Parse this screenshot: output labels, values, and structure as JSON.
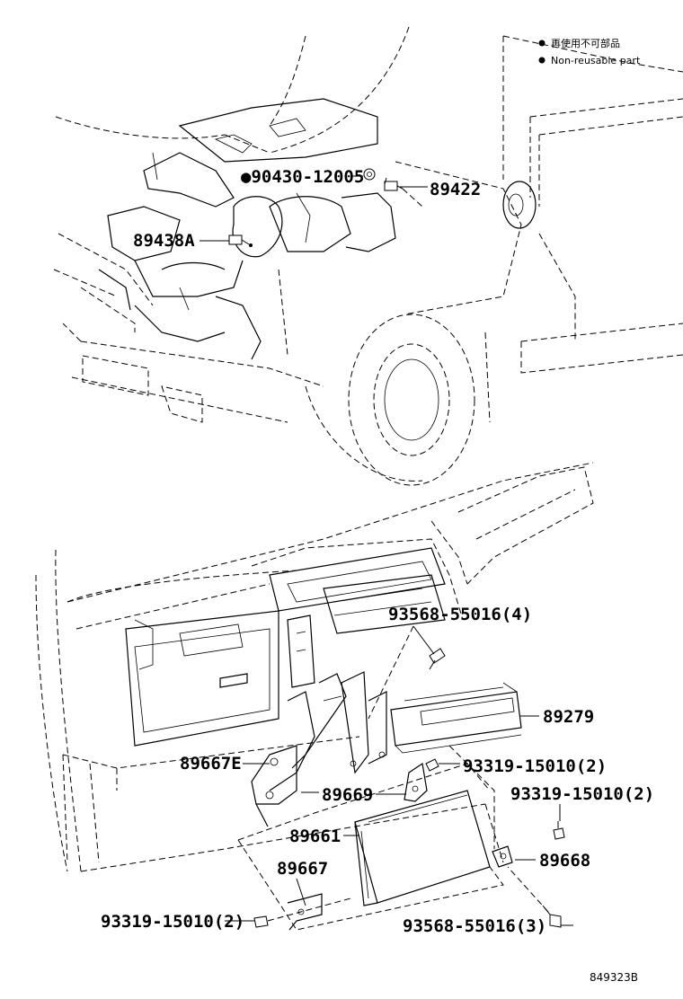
{
  "legend": {
    "japanese": "再使用不可部品",
    "english": "Non-reusable part"
  },
  "callouts": {
    "p90430": "●90430-12005",
    "p89422": "89422",
    "p89438a": "89438A",
    "p93568_4": "93568-55016(4)",
    "p89279": "89279",
    "p89667e": "89667E",
    "p93319_a": "93319-15010(2)",
    "p89669": "89669",
    "p93319_b": "93319-15010(2)",
    "p89661": "89661",
    "p89668": "89668",
    "p89667": "89667",
    "p93319_c": "93319-15010(2)",
    "p93568_3": "93568-55016(3)"
  },
  "diagram_code": "849323B"
}
